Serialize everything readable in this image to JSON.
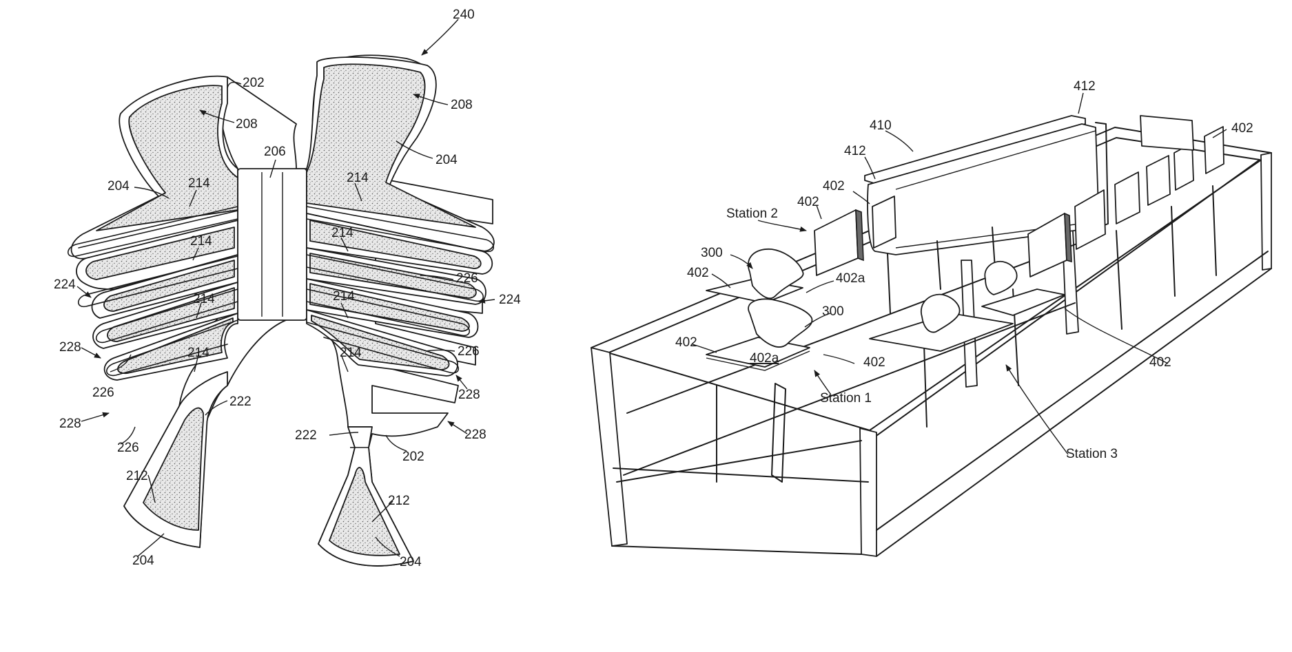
{
  "figure_left": {
    "labels": {
      "l240": "240",
      "l202_top": "202",
      "l208_left": "208",
      "l208_right": "208",
      "l206": "206",
      "l204_right_top": "204",
      "l204_left": "204",
      "l214_a": "214",
      "l214_b": "214",
      "l214_c": "214",
      "l214_d": "214",
      "l214_e": "214",
      "l214_f": "214",
      "l214_g": "214",
      "l214_h": "214",
      "l226_r1": "226",
      "l224_left": "224",
      "l224_right": "224",
      "l226_r2": "226",
      "l228_l1": "228",
      "l226_l1": "226",
      "l228_r1": "228",
      "l228_l2": "228",
      "l222_left": "222",
      "l222_right": "222",
      "l228_r2": "228",
      "l226_l2": "226",
      "l202_bottom": "202",
      "l212_left": "212",
      "l212_right": "212",
      "l204_bl": "204",
      "l204_br": "204"
    }
  },
  "figure_right": {
    "labels": {
      "l412_top": "412",
      "l410": "410",
      "l412_left": "412",
      "l402_tr": "402",
      "l402_a": "402",
      "l402_b": "402",
      "station2": "Station 2",
      "l300_a": "300",
      "l402_c": "402",
      "l402a_a": "402a",
      "l300_b": "300",
      "l402_d": "402",
      "l402a_b": "402a",
      "l402_e": "402",
      "l402_f": "402",
      "station1": "Station 1",
      "station3": "Station 3"
    }
  }
}
